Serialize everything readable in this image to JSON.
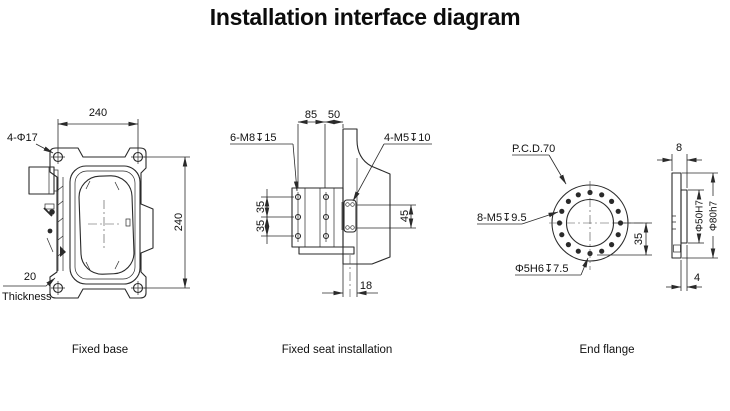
{
  "title": "Installation interface diagram",
  "colors": {
    "line": "#2a2a2a",
    "text": "#111111",
    "background": "#ffffff"
  },
  "fixed_base": {
    "caption": "Fixed base",
    "width_dim": "240",
    "height_dim": "240",
    "corner_holes": "4-Φ17",
    "thickness_value": "20",
    "thickness_word": "Thickness"
  },
  "fixed_seat": {
    "caption": "Fixed seat installation",
    "dim_85": "85",
    "dim_50": "50",
    "left_holes": "6-M8↧15",
    "right_holes": "4-M5↧10",
    "dim_35_upper": "35",
    "dim_35_lower": "35",
    "dim_45": "45",
    "dim_18": "18"
  },
  "end_flange": {
    "caption": "End flange",
    "pcd": "P.C.D.70",
    "tapped_holes": "8-M5↧9.5",
    "pin_holes": "Φ5H6↧7.5",
    "dim_35": "35",
    "dim_8": "8",
    "dim_4": "4",
    "bore": "Φ50H7",
    "outer_dia": "Φ80h7"
  }
}
